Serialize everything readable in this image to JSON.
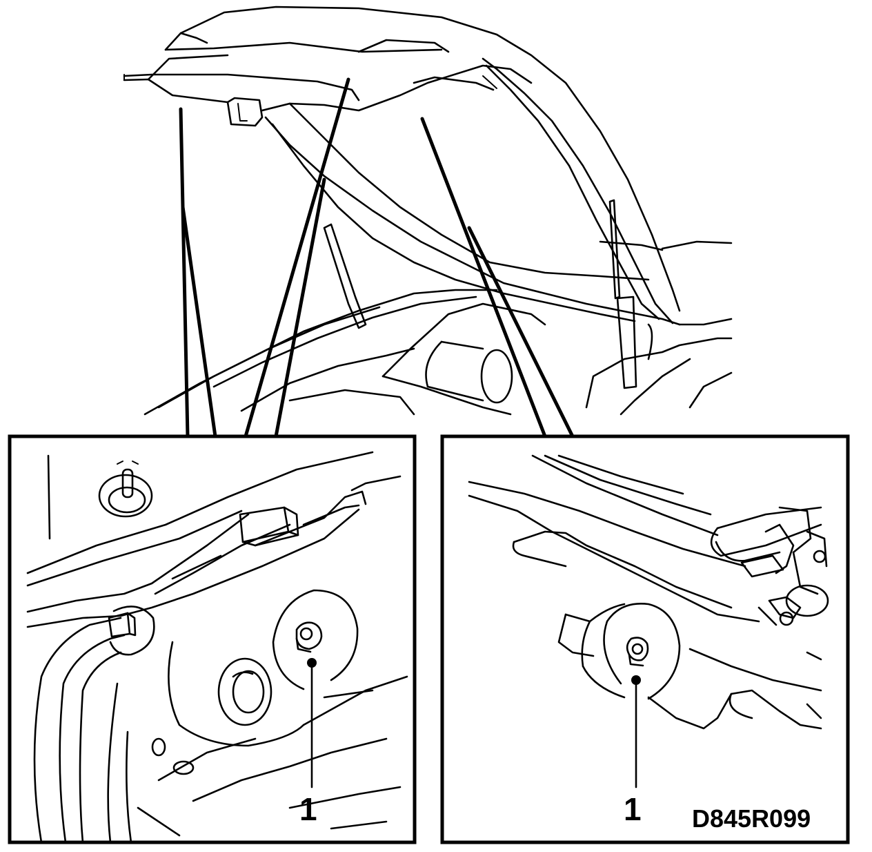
{
  "callouts": {
    "left_label": "1",
    "right_label": "1"
  },
  "reference_code": "D845R099",
  "icons": [
    "tailgate-overview",
    "gas-strut",
    "hinge-bolt",
    "wiring-harness",
    "trim-clip"
  ],
  "colors": {
    "line": "#000000",
    "background": "#ffffff"
  }
}
